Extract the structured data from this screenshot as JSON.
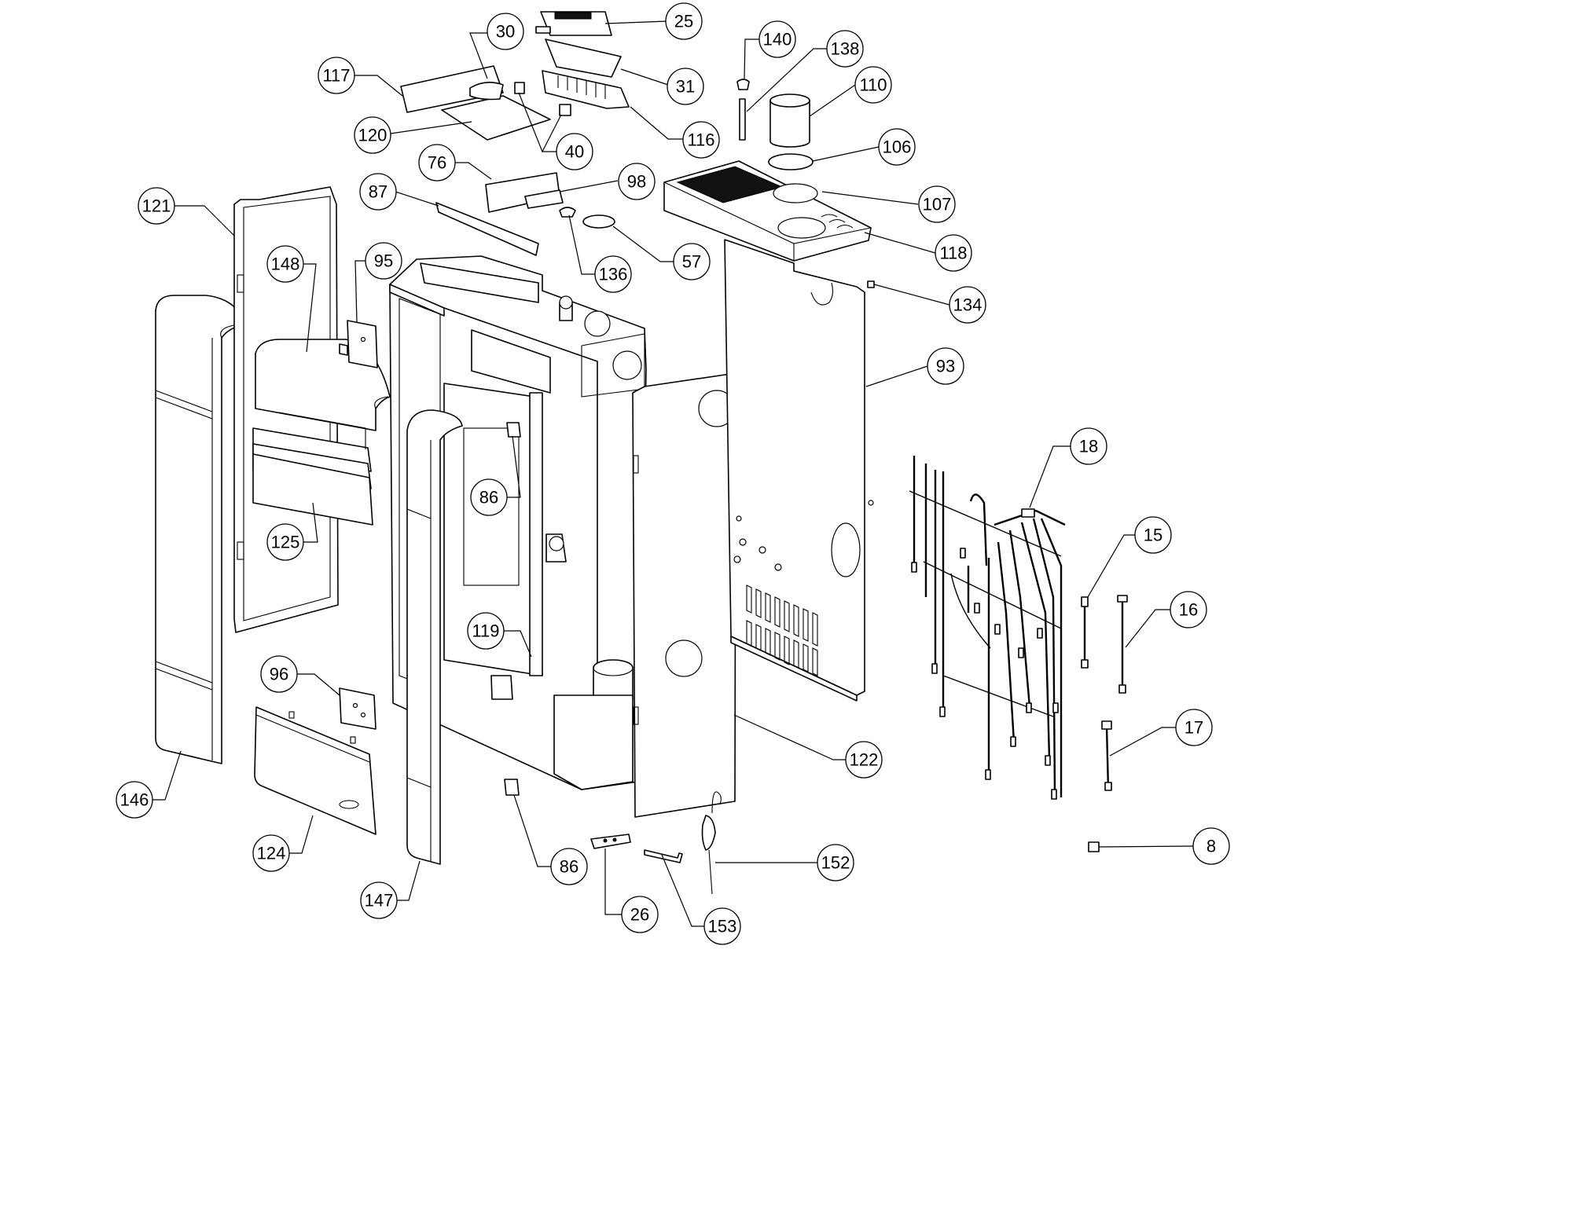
{
  "diagram": {
    "type": "exploded-parts-view",
    "callouts": [
      {
        "id": "c25",
        "label": "25"
      },
      {
        "id": "c30",
        "label": "30"
      },
      {
        "id": "c117",
        "label": "117"
      },
      {
        "id": "c31",
        "label": "31"
      },
      {
        "id": "c140",
        "label": "140"
      },
      {
        "id": "c138",
        "label": "138"
      },
      {
        "id": "c110",
        "label": "110"
      },
      {
        "id": "c120",
        "label": "120"
      },
      {
        "id": "c116",
        "label": "116"
      },
      {
        "id": "c40",
        "label": "40"
      },
      {
        "id": "c106",
        "label": "106"
      },
      {
        "id": "c76",
        "label": "76"
      },
      {
        "id": "c98",
        "label": "98"
      },
      {
        "id": "c87",
        "label": "87"
      },
      {
        "id": "c121",
        "label": "121"
      },
      {
        "id": "c107",
        "label": "107"
      },
      {
        "id": "c57",
        "label": "57"
      },
      {
        "id": "c118",
        "label": "118"
      },
      {
        "id": "c148",
        "label": "148"
      },
      {
        "id": "c95",
        "label": "95"
      },
      {
        "id": "c136",
        "label": "136"
      },
      {
        "id": "c134",
        "label": "134"
      },
      {
        "id": "c93",
        "label": "93"
      },
      {
        "id": "c18",
        "label": "18"
      },
      {
        "id": "c86a",
        "label": "86"
      },
      {
        "id": "c125",
        "label": "125"
      },
      {
        "id": "c15",
        "label": "15"
      },
      {
        "id": "c16",
        "label": "16"
      },
      {
        "id": "c119",
        "label": "119"
      },
      {
        "id": "c96",
        "label": "96"
      },
      {
        "id": "c17",
        "label": "17"
      },
      {
        "id": "c122",
        "label": "122"
      },
      {
        "id": "c146",
        "label": "146"
      },
      {
        "id": "c8",
        "label": "8"
      },
      {
        "id": "c124",
        "label": "124"
      },
      {
        "id": "c152",
        "label": "152"
      },
      {
        "id": "c86b",
        "label": "86"
      },
      {
        "id": "c147",
        "label": "147"
      },
      {
        "id": "c26",
        "label": "26"
      },
      {
        "id": "c153",
        "label": "153"
      }
    ]
  }
}
